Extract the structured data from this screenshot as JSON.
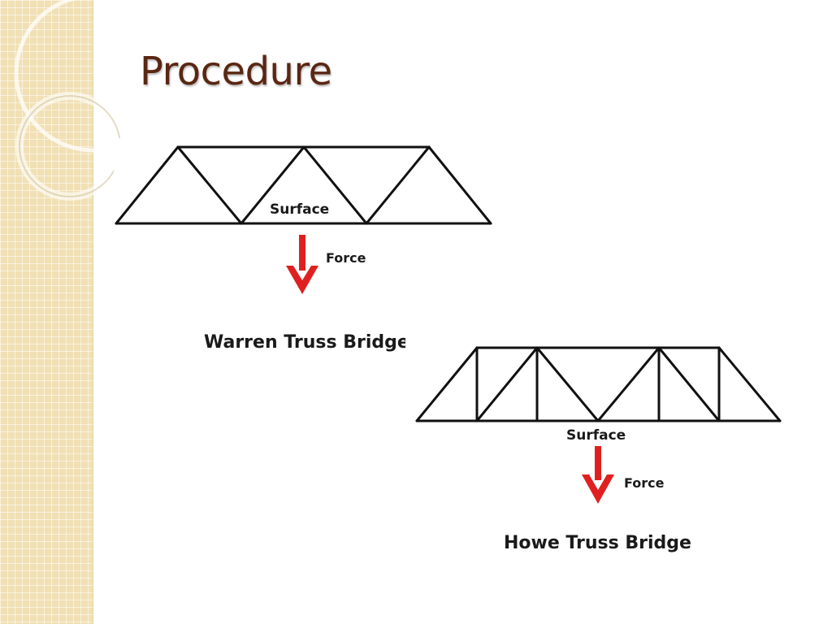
{
  "slide": {
    "title": "Procedure"
  },
  "colors": {
    "title": "#5a2713",
    "sidebar": "#f1e0b4",
    "arrow": "#e02020",
    "truss_lines": "#111111"
  },
  "warren": {
    "surface_label": "Surface",
    "force_label": "Force",
    "caption": "Warren Truss Bridge"
  },
  "howe": {
    "surface_label": "Surface",
    "force_label": "Force",
    "caption": "Howe Truss Bridge"
  }
}
